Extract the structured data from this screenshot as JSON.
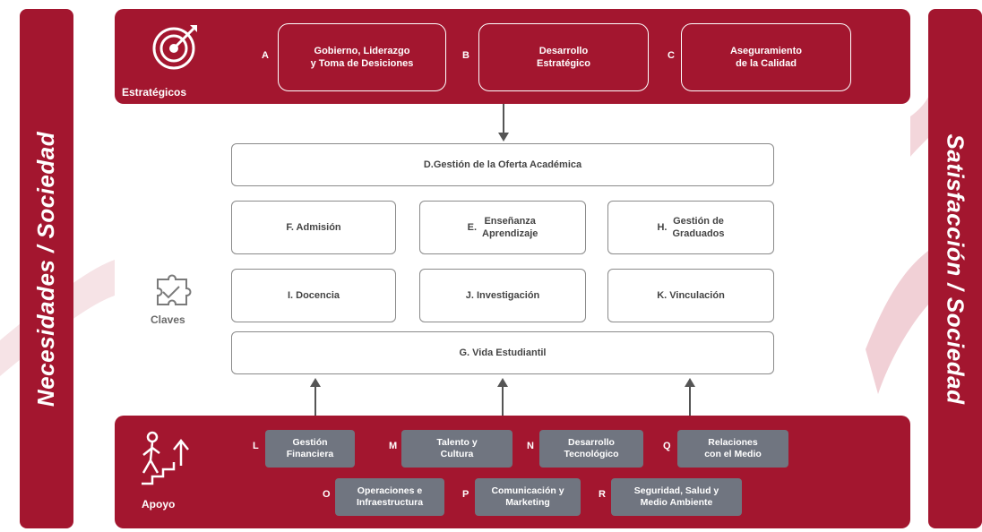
{
  "sides": {
    "left": "Necesidades / Sociedad",
    "right": "Satisfacción / Sociedad"
  },
  "strategic": {
    "label": "Estratégicos",
    "icon": "target-icon",
    "items": [
      {
        "letter": "A",
        "label": "Gobierno, Liderazgo\ny Toma de Desiciones"
      },
      {
        "letter": "B",
        "label": "Desarrollo\nEstratégico"
      },
      {
        "letter": "C",
        "label": "Aseguramiento\nde la Calidad"
      }
    ]
  },
  "keys": {
    "label": "Claves",
    "icon": "puzzle-icon",
    "offer": "D.Gestión de la Oferta Académica",
    "row1": [
      {
        "prefix": "",
        "label": "F. Admisión"
      },
      {
        "prefix": "E.",
        "label": "Enseñanza\nAprendizaje"
      },
      {
        "prefix": "H.",
        "label": "Gestión de\nGraduados"
      }
    ],
    "row2": [
      "I. Docencia",
      "J. Investigación",
      "K. Vinculación"
    ],
    "student_life": "G. Vida Estudiantil"
  },
  "support": {
    "label": "Apoyo",
    "icon": "walking-stairs-icon",
    "row1": [
      {
        "letter": "L",
        "label": "Gestión\nFinanciera"
      },
      {
        "letter": "M",
        "label": "Talento y\nCultura"
      },
      {
        "letter": "N",
        "label": "Desarrollo\nTecnológico"
      },
      {
        "letter": "Q",
        "label": "Relaciones\ncon el Medio"
      }
    ],
    "row2": [
      {
        "letter": "O",
        "label": "Operaciones e\nInfraestructura"
      },
      {
        "letter": "P",
        "label": "Comunicación y\nMarketing"
      },
      {
        "letter": "R",
        "label": "Seguridad, Salud y\nMedio Ambiente"
      }
    ]
  },
  "colors": {
    "brand": "#a3162f",
    "support_box": "#707580",
    "box_border": "#8a8a8a"
  }
}
